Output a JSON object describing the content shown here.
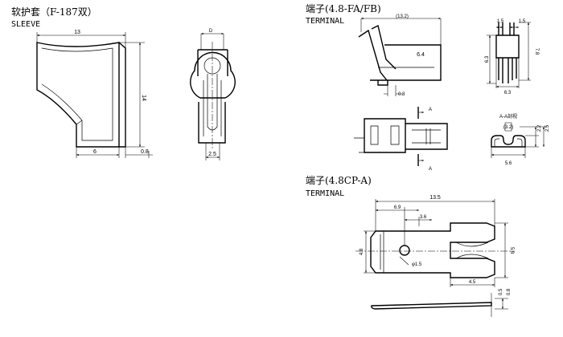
{
  "sleeve": {
    "title": "软护套（F-187双）",
    "subtitle": "SLEEVE",
    "dims": {
      "width": "13",
      "height": "14",
      "base": "6",
      "wall": "0.8",
      "d": "D",
      "w": "2.5"
    }
  },
  "terminal_fa": {
    "title": "端子(4.8-FA/FB)",
    "subtitle": "TERMINAL",
    "dims": {
      "length": "(13.2)",
      "h1": "6.4",
      "t": "0.8",
      "w1": "1.5",
      "w2": "1.5",
      "h2": "6.3",
      "h3": "7.8",
      "w3": "6.3",
      "a1": "A",
      "a2": "A",
      "section": "A-A剖视",
      "r": "(3.2)",
      "e1": "2.2",
      "e2": "2.5",
      "w4": "5.6"
    }
  },
  "terminal_cp": {
    "title": "端子(4.8CP-A)",
    "subtitle": "TERMINAL",
    "dims": {
      "length": "13.5",
      "l1": "6.9",
      "l2": "3.6",
      "hole": "φ1.5",
      "h1": "4.8",
      "h2": "5.8",
      "l3": "4.5",
      "t1": "0.5",
      "t2": "0.8"
    }
  }
}
